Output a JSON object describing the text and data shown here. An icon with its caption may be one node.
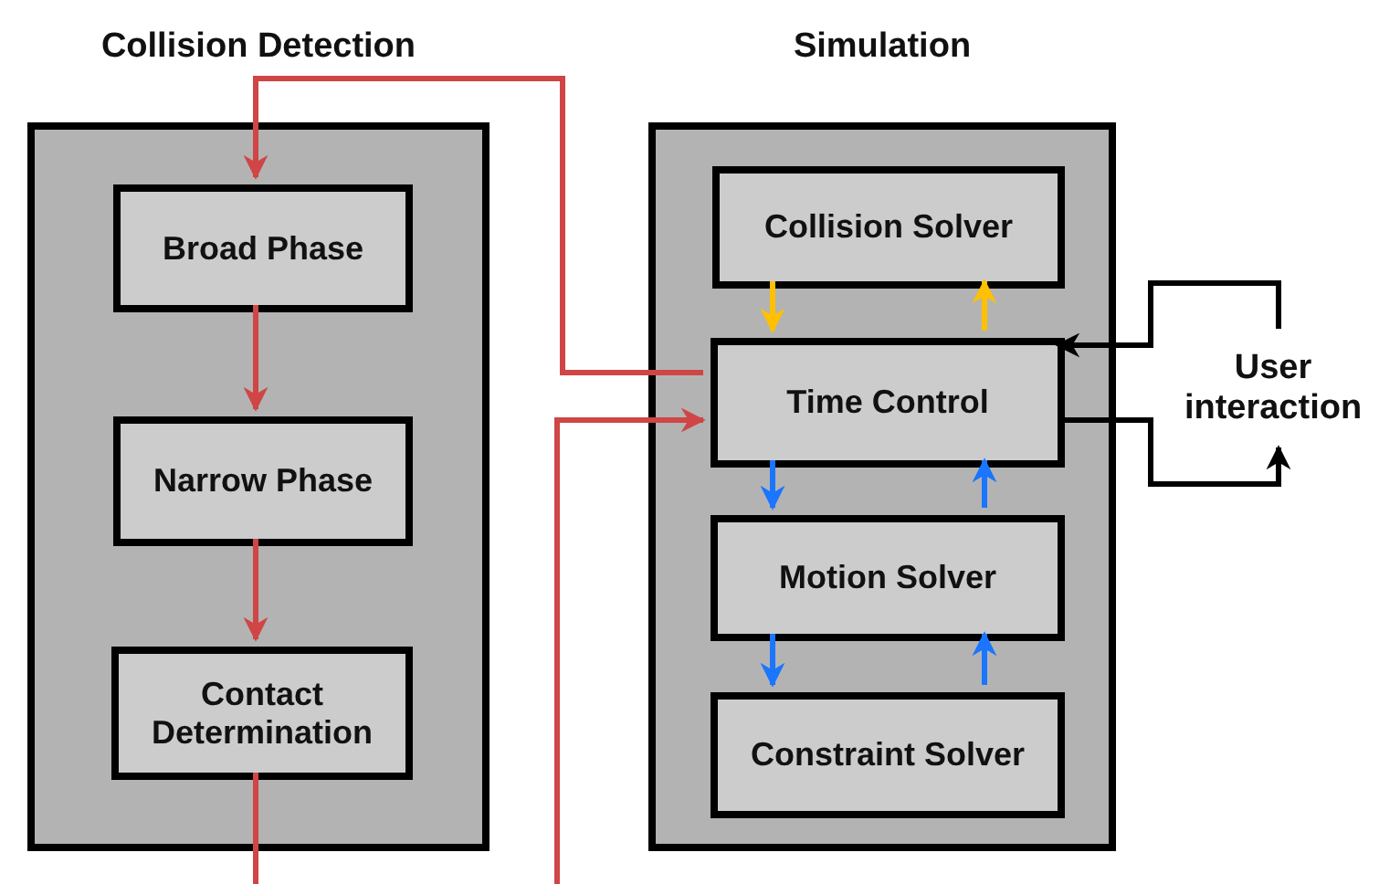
{
  "diagram": {
    "nodes": [
      {
        "text": [
          "Collision Detection"
        ]
      },
      {
        "text": [
          "Broad Phase"
        ],
        "in": 0
      },
      {
        "text": [
          "Narrow Phase"
        ],
        "in": 0
      },
      {
        "text": [
          "Contact Determination"
        ],
        "in": 0
      },
      {
        "text": [
          "Simulation"
        ]
      },
      {
        "text": [
          "Collision Solver"
        ],
        "in": 4
      },
      {
        "text": [
          "Time Control"
        ],
        "in": 4
      },
      {
        "text": [
          "Motion Solver"
        ],
        "in": 4
      },
      {
        "text": [
          "Constraint Solver"
        ],
        "in": 4
      },
      {
        "text": [
          "User interaction"
        ]
      }
    ],
    "edges": [
      {
        "from": 6,
        "to": 1,
        "arrow": "to"
      },
      {
        "from": 1,
        "to": 2,
        "arrow": "to"
      },
      {
        "from": 2,
        "to": 3,
        "arrow": "to"
      },
      {
        "from": 3,
        "to": null,
        "arrow": "none"
      },
      {
        "from": null,
        "to": 6,
        "arrow": "to"
      },
      {
        "from": 5,
        "to": 6,
        "arrow": "to",
        "color": "#ffc000"
      },
      {
        "from": 6,
        "to": 5,
        "arrow": "to",
        "color": "#ffc000"
      },
      {
        "from": 6,
        "to": 7,
        "arrow": "to",
        "color": "#1a75ff"
      },
      {
        "from": 7,
        "to": 6,
        "arrow": "to",
        "color": "#1a75ff"
      },
      {
        "from": 7,
        "to": 8,
        "arrow": "to",
        "color": "#1a75ff"
      },
      {
        "from": 8,
        "to": 7,
        "arrow": "to",
        "color": "#1a75ff"
      },
      {
        "from": 9,
        "to": 6,
        "arrow": "to",
        "color": "#000000"
      },
      {
        "from": 6,
        "to": 9,
        "arrow": "to",
        "color": "#000000"
      }
    ]
  }
}
